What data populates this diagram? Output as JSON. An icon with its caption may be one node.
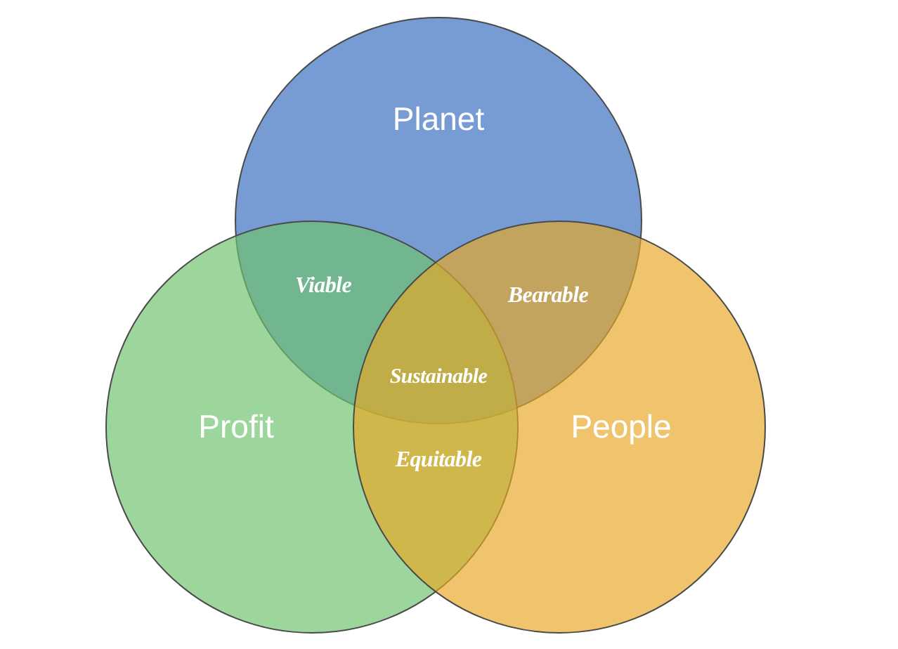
{
  "diagram": {
    "nodes": [
      {
        "text": [
          "Planet"
        ]
      },
      {
        "text": [
          "Profit"
        ]
      },
      {
        "text": [
          "People"
        ]
      }
    ],
    "labels": [
      "Viable",
      "Bearable",
      "Sustainable",
      "Equitable"
    ]
  }
}
